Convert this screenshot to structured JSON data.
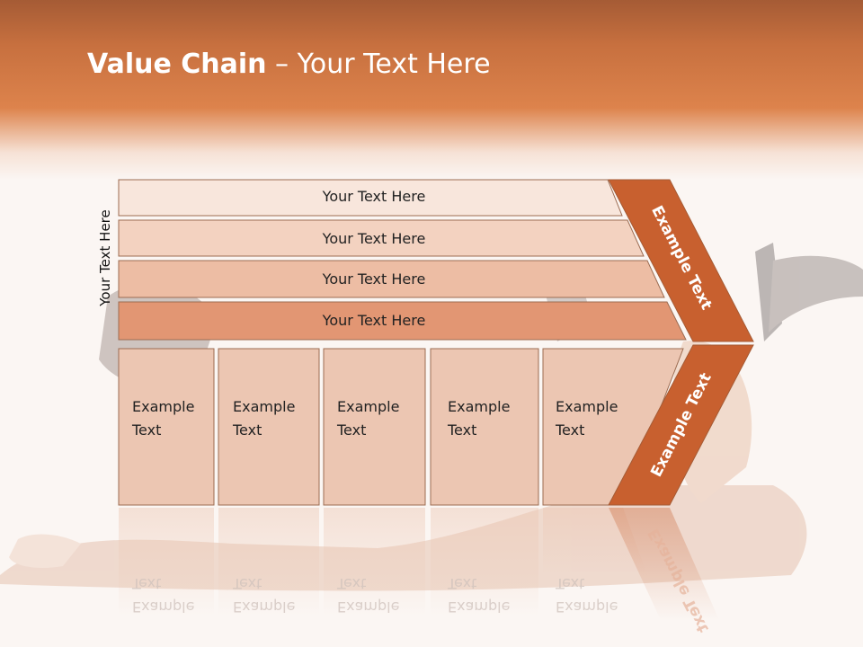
{
  "title": {
    "bold": "Value Chain",
    "rest": " – Your Text Here"
  },
  "side_label": "Your Text Here",
  "rows": [
    {
      "label": "Your Text Here"
    },
    {
      "label": "Your Text Here"
    },
    {
      "label": "Your Text Here"
    },
    {
      "label": "Your Text Here"
    }
  ],
  "columns": [
    {
      "label": "Example\nText"
    },
    {
      "label": "Example\nText"
    },
    {
      "label": "Example\nText"
    },
    {
      "label": "Example\nText"
    },
    {
      "label": "Example\nText"
    }
  ],
  "chevron": {
    "top_label": "Example Text",
    "bottom_label": "Example Text"
  },
  "colors": {
    "header_dark": "#a55b35",
    "accent": "#c8602f",
    "row_fills": [
      "#f8e6dc",
      "#f3d2c0",
      "#edbda4",
      "#e29673"
    ],
    "column_fill": "#ecc6b2",
    "border": "#9c6c52"
  }
}
